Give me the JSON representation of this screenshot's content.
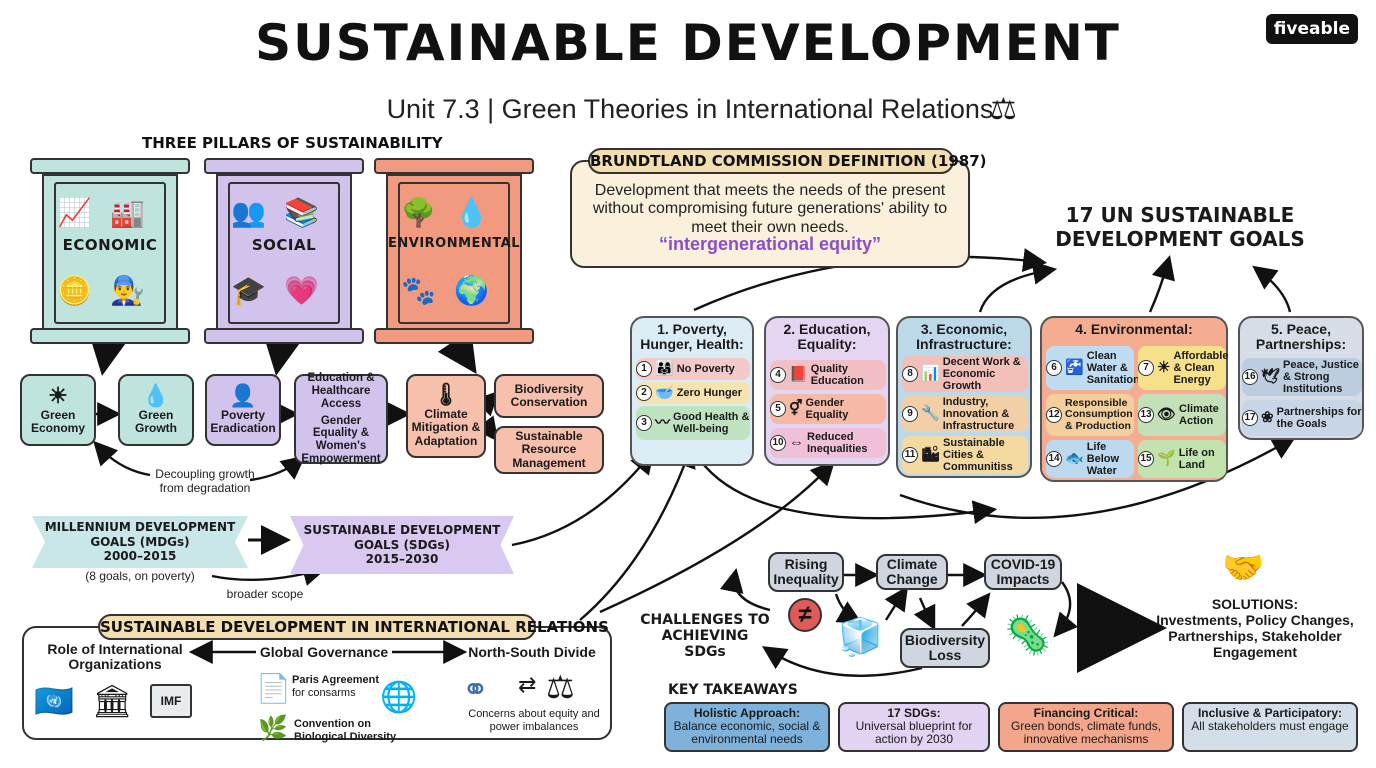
{
  "title": "SUSTAINABLE DEVELOPMENT",
  "subtitle": "Unit 7.3 | Green Theories in International Relations",
  "logo": "fiveable",
  "pillars": {
    "heading": "THREE PILLARS OF SUSTAINABILITY",
    "items": [
      {
        "label": "ECONOMIC",
        "icons": [
          "📈",
          "🏭",
          "🪙",
          "👨‍🔧"
        ],
        "color": "#bfe3dd"
      },
      {
        "label": "SOCIAL",
        "icons": [
          "👥",
          "📚",
          "🎓",
          "💗"
        ],
        "color": "#d2c3ec"
      },
      {
        "label": "ENVIRONMENTAL",
        "icons": [
          "🌳",
          "💧",
          "🐾",
          "🌍"
        ],
        "color": "#f29a80"
      }
    ]
  },
  "economic_boxes": [
    {
      "label": "Green Economy",
      "icon": "☀"
    },
    {
      "label": "Green Growth",
      "icon": "💧"
    }
  ],
  "social_boxes": [
    {
      "label": "Poverty Eradication",
      "icon": "👤"
    },
    {
      "label": "Education & Healthcare Access",
      "label2": "Gender Equality & Women's Empowerment",
      "icon": "📖"
    }
  ],
  "environmental_boxes": [
    {
      "label": "Climate Mitigation & Adaptation",
      "icon": "🌡"
    },
    {
      "label": "Biodiversity Conservation",
      "icon": "🐾"
    },
    {
      "label": "Sustainable Resource Management",
      "icon": "♻"
    }
  ],
  "decoupling_note": "Decoupling growth from degradation",
  "mdg": {
    "label": "MILLENNIUM DEVELOPMENT GOALS (MDGs)",
    "years": "2000–2015",
    "note": "(8 goals, on poverty)"
  },
  "sdg_banner": {
    "label": "SUSTAINABLE DEVELOPMENT GOALS (SDGs)",
    "years": "2015–2030"
  },
  "broader_scope": "broader scope",
  "brundtland": {
    "heading": "BRUNDTLAND COMMISSION DEFINITION (1987)",
    "text": "Development that meets the needs of the present without compromising future generations' ability to meet their own needs.",
    "quote": "“intergenerational equity”"
  },
  "sdgs_heading": "17 UN SUSTAINABLE DEVELOPMENT GOALS",
  "goal_groups": [
    {
      "title": "1. Poverty, Hunger, Health:",
      "color": "#dcecf4",
      "goals": [
        {
          "num": "1",
          "label": "No Poverty",
          "icon": "👨‍👩‍👧",
          "color": "#f4c9c9"
        },
        {
          "num": "2",
          "label": "Zero Hunger",
          "icon": "🥣",
          "color": "#f6e4b0"
        },
        {
          "num": "3",
          "label": "Good Health & Well-being",
          "icon": "〰",
          "color": "#bfe3c0"
        }
      ]
    },
    {
      "title": "2. Education, Equality:",
      "color": "#e4d6f2",
      "goals": [
        {
          "num": "4",
          "label": "Quality Education",
          "icon": "📕",
          "color": "#f2c0c4"
        },
        {
          "num": "5",
          "label": "Gender Equality",
          "icon": "⚥",
          "color": "#f6b9a8"
        },
        {
          "num": "10",
          "label": "Reduced Inequalities",
          "icon": "⇔",
          "color": "#f0c0d8"
        }
      ]
    },
    {
      "title": "3. Economic, Infrastructure:",
      "color": "#bcd9ea",
      "goals": [
        {
          "num": "8",
          "label": "Decent Work & Economic Growth",
          "icon": "📊",
          "color": "#f2c0b8"
        },
        {
          "num": "9",
          "label": "Industry, Innovation & Infrastructure",
          "icon": "🔧",
          "color": "#f3cfa8"
        },
        {
          "num": "11",
          "label": "Sustainable Cities & Communitiss",
          "icon": "🏙",
          "color": "#f4d9a0"
        }
      ]
    },
    {
      "title": "4. Environmental:",
      "color": "#f5ad92",
      "goals": [
        {
          "num": "6",
          "label": "Clean Water & Sanitation",
          "icon": "🚰",
          "color": "#bfdcf0"
        },
        {
          "num": "7",
          "label": "Affordable & Clean Energy",
          "icon": "☀",
          "color": "#f6e08a"
        },
        {
          "num": "12",
          "label": "Responsible Consumption & Production",
          "icon": "♾",
          "color": "#f3cf9c"
        },
        {
          "num": "13",
          "label": "Climate Action",
          "icon": "👁",
          "color": "#c3e0b8"
        },
        {
          "num": "14",
          "label": "Life Below Water",
          "icon": "🐟",
          "color": "#bcd9ef"
        },
        {
          "num": "15",
          "label": "Life on Land",
          "icon": "🌱",
          "color": "#c3e3ae"
        }
      ]
    },
    {
      "title": "5. Peace, Partnerships:",
      "color": "#d6dde6",
      "goals": [
        {
          "num": "16",
          "label": "Peace, Justice & Strong Institutions",
          "icon": "🕊",
          "color": "#bccde0"
        },
        {
          "num": "17",
          "label": "Partnerships for the Goals",
          "icon": "❀",
          "color": "#c8d5e6"
        }
      ]
    }
  ],
  "challenges": {
    "heading": "CHALLENGES TO ACHIEVING SDGs",
    "items": [
      "Rising Inequality",
      "Climate Change",
      "COVID-19 Impacts",
      "Biodiversity Loss"
    ],
    "icons": {
      "inequality": "≠",
      "iceberg": "🧊",
      "virus": "🦠"
    }
  },
  "solutions": {
    "heading": "SOLUTIONS:",
    "text": "Investments, Policy Changes, Partnerships, Stakeholder Engagement",
    "icon": "🤝"
  },
  "ir": {
    "heading": "SUSTAINABLE DEVELOPMENT IN INTERNATIONAL RELATIONS",
    "role": "Role of International Organizations",
    "governance": "Global Governance",
    "north_south": "North-South Divide",
    "paris": "Paris Agreement",
    "paris_note": "for consarms",
    "cbd": "Convention on Biological Diversity",
    "concerns": "Concerns about equity and power imbalances",
    "imf": "IMF",
    "icons": {
      "un": "🇺🇳",
      "bank": "🏛",
      "doc": "📄",
      "globe": "🌐",
      "leaf": "🌿",
      "circles": "⚭",
      "swap": "⇄",
      "scale": "⚖"
    }
  },
  "takeaways": {
    "heading": "KEY TAKEAWAYS",
    "items": [
      {
        "title": "Holistic Approach:",
        "text": "Balance economic, social & environmental needs",
        "color": "#7fb2db"
      },
      {
        "title": "17 SDGs:",
        "text": "Universal blueprint for action by 2030",
        "color": "#e2d3f2"
      },
      {
        "title": "Financing Critical:",
        "text": "Green bonds, climate funds, innovative mechanisms",
        "color": "#f4a68c"
      },
      {
        "title": "Inclusive & Participatory:",
        "text": "All stakeholders must engage",
        "color": "#d4dee8"
      }
    ]
  }
}
